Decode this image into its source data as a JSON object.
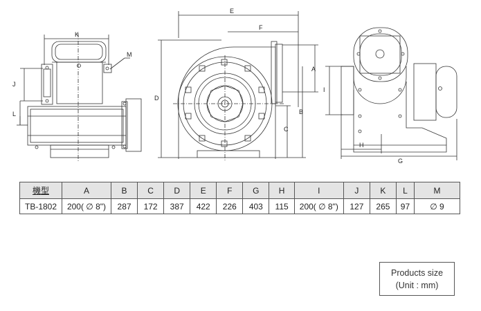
{
  "dimension_labels": {
    "A": "A",
    "B": "B",
    "C": "C",
    "D": "D",
    "E": "E",
    "F": "F",
    "G": "G",
    "H": "H",
    "I": "I",
    "J": "J",
    "K": "K",
    "L": "L",
    "M": "M"
  },
  "spec_table": {
    "headers": [
      "機型",
      "A",
      "B",
      "C",
      "D",
      "E",
      "F",
      "G",
      "H",
      "I",
      "J",
      "K",
      "L",
      "M"
    ],
    "row": [
      "TB-1802",
      "200( ∅ 8\")",
      "287",
      "172",
      "387",
      "422",
      "226",
      "403",
      "115",
      "200( ∅ 8\")",
      "127",
      "265",
      "97",
      "∅ 9"
    ]
  },
  "size_note": {
    "line1": "Products size",
    "line2": "(Unit : mm)"
  }
}
